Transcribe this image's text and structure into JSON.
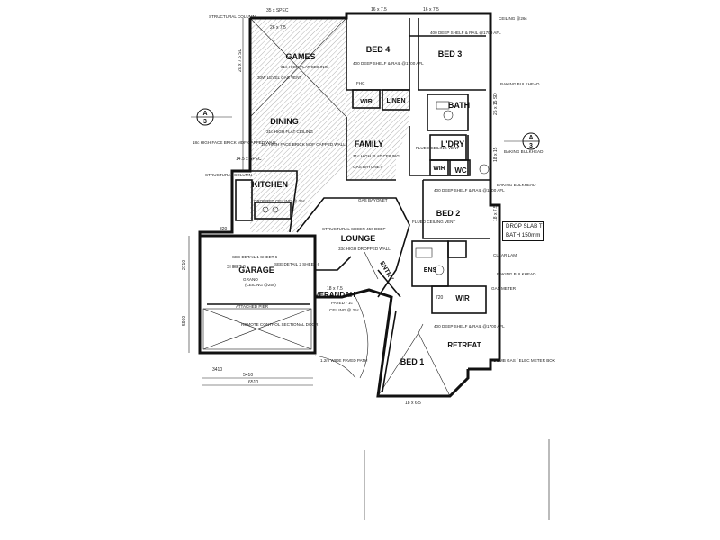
{
  "rooms": {
    "games": "GAMES",
    "bed4": "BED 4",
    "bed3": "BED 3",
    "dining": "DINING",
    "family": "FAMILY",
    "kitchen": "KITCHEN",
    "bath": "BATH",
    "laundry": "L'DRY",
    "linen": "LINEN",
    "wir_bed4": "WIR",
    "wir_laundry": "WIR",
    "wc": "WC",
    "bed2": "BED 2",
    "lounge": "LOUNGE",
    "garage": "GARAGE",
    "entry": "ENTRY",
    "verandah": "VERANDAH",
    "ens": "ENS",
    "wir_master": "WIR",
    "retreat": "RETREAT",
    "bed1": "BED 1"
  },
  "notes": {
    "structural_column_top": "STRUCTURAL COLUMN",
    "structural_column_left": "STRUCTURAL COLUMN",
    "games_ceiling": "31c HIGH FLAT CEILING",
    "dining_ceiling": "31c HIGH FLAT CEILING",
    "family_ceiling": "31c HIGH FLAT CEILING",
    "gas_vent": "30W LEVEL GAS VENT",
    "bed4_shelf": "400 DEEP SHELF & RAIL @1700 AFL",
    "bed3_shelf": "400 DEEP SHELF & RAIL @1700 AFL",
    "bed2_shelf": "400 DEEP SHELF & RAIL @1700 AFL",
    "bed1_shelf": "400 DEEP SHELF & RAIL @1700 AFL",
    "ceiling_top_right": "CEILING @26c",
    "baking_bulkhead_1": "BAKING BULKHEAD",
    "baking_bulkhead_2": "BAKING BULKHEAD",
    "baking_bulkhead_3": "BAKING BULKHEAD",
    "baking_bulkhead_4": "BAKING BULKHEAD",
    "face_brick_wall": "18c HIGH FACE BRICK MDF CAPPED WALL",
    "face_brick_wall_2": "18c HIGH FACE BRICK MDF CAPPED WALL",
    "kitchen_dropped": "DROPPED CEILING @ 25c",
    "gas_bayonet_family": "GAS BAYONET",
    "gas_bayonet_lounge": "GAS BAYONET",
    "flued_ceiling_vent_1": "FLUED CEILING VENT",
    "flued_ceiling_vent_2": "FLUED CEILING VENT",
    "lounge_ceiling": "33c HIGH DROPPED WALL",
    "sheer_wall": "STRUCTURAL SHEER 450 DEEP",
    "see_detail_1": "SEE DETAIL 1 SHEET 6",
    "see_detail_2": "SEE DETAIL 2 SHEET 6",
    "garage_ceiling": "(CEILING @25c)",
    "attached_pier": "ATTACHED PIER",
    "garage_door": "REMOTE CONTROL SECTIONAL DOOR",
    "verandah_sub": "PAVED - 1c",
    "verandah_ceiling": "CEILING @ 25c",
    "paved_path": "1.2m WIDE PAVED PATH",
    "clear_lam": "CLEAR LAM",
    "gas_meter": "GAS METER",
    "comb_box": "COMB GAS / ELEC METER BOX",
    "garage_sub": "GRANO",
    "fhc": "FHC"
  },
  "section_markers": [
    {
      "letter": "A",
      "sheet": "3"
    },
    {
      "letter": "A",
      "sheet": "3"
    }
  ],
  "dimensions": {
    "top_1": "35 x SPEC",
    "top_2": "16 x 7.5",
    "top_3": "16 x 7.5",
    "games_width": "26 x 7.5",
    "left_1": "20 x 7.5 SD",
    "left_2": "14.5 x SPEC",
    "right_1": "25 x 15 SD",
    "right_2": "18 x 15",
    "right_3": "18 x 7.5",
    "verandah_dim": "18 x 7.5",
    "bed1_dim": "18 x 6.5",
    "garage_w1": "3410",
    "garage_w2": "6510",
    "garage_w3": "5410",
    "garage_left": "2710",
    "garage_h": "5960",
    "sheet_label": "SHEET 6",
    "d_820": "820",
    "d_720": "720"
  },
  "slab_note": {
    "line1": "DROP SLAB TO",
    "line2": "BATH 150mm"
  }
}
